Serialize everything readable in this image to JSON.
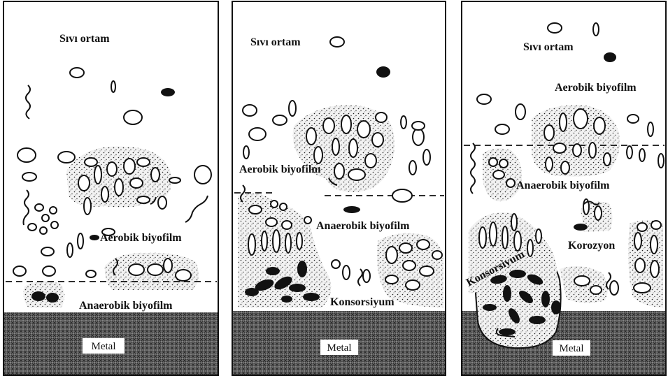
{
  "panels": [
    {
      "id": "panel-1",
      "labels": {
        "liquid": "Sıvı ortam",
        "aerobic": "Aerobik biyofilm",
        "anaerobic": "Anaerobik biyofilm",
        "metal": "Metal"
      }
    },
    {
      "id": "panel-2",
      "labels": {
        "liquid": "Sıvı ortam",
        "aerobic": "Aerobik biyofilm",
        "anaerobic": "Anaerobik biyofilm",
        "consortium": "Konsorsiyum",
        "metal": "Metal"
      }
    },
    {
      "id": "panel-3",
      "labels": {
        "liquid": "Sıvı ortam",
        "aerobic": "Aerobik biyofilm",
        "anaerobic": "Anaerobik biyofilm",
        "consortium": "Konsorsiyum",
        "corrosion": "Korozyon",
        "metal": "Metal"
      }
    }
  ],
  "colors": {
    "outline": "#111111",
    "metal_fill": "#5a5a5a",
    "biofilm_dots": "#222222",
    "background": "#ffffff"
  }
}
